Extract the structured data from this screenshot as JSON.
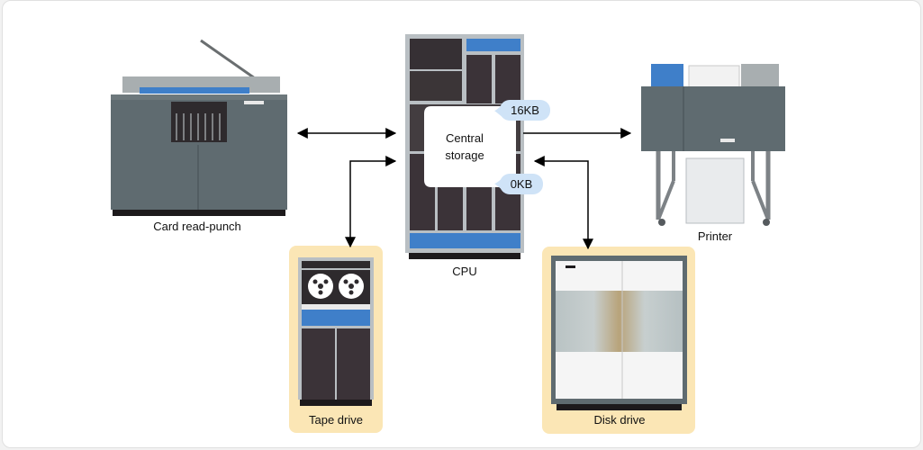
{
  "diagram": {
    "devices": {
      "card_reader": {
        "label": "Card read-punch"
      },
      "cpu": {
        "label": "CPU"
      },
      "printer": {
        "label": "Printer"
      },
      "tape_drive": {
        "label": "Tape drive"
      },
      "disk_drive": {
        "label": "Disk drive"
      }
    },
    "central_storage": {
      "label_line1": "Central",
      "label_line2": "storage",
      "top_address": "16KB",
      "bottom_address": "0KB"
    }
  },
  "colors": {
    "machine_gray": "#5f6b70",
    "machine_dark": "#3b3338",
    "accent_blue": "#3f7fc9",
    "highlight_bg": "#fbe6b5",
    "bubble_blue": "#cfe3f7"
  }
}
